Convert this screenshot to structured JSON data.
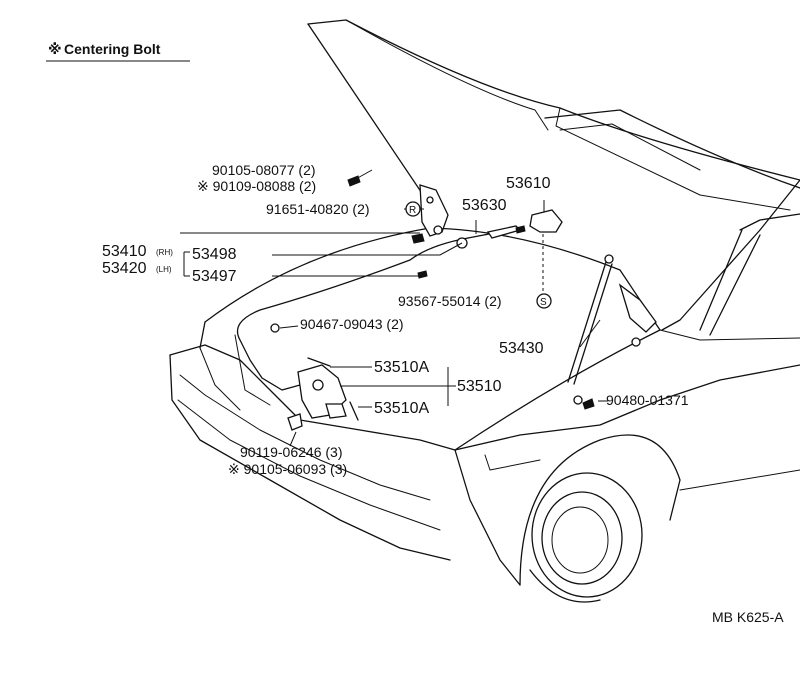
{
  "legend": {
    "symbol": "※",
    "label": "Centering Bolt"
  },
  "parts": {
    "p90105_08077": "90105-08077 (2)",
    "p90109_08088": "※ 90109-08088 (2)",
    "p91651_40820": "91651-40820 (2)",
    "p53410": "53410",
    "p53410_sub": "(RH)",
    "p53420": "53420",
    "p53420_sub": "(LH)",
    "p53498": "53498",
    "p53497": "53497",
    "p53630": "53630",
    "p53610": "53610",
    "p93567_55014": "93567-55014 (2)",
    "p90467_09043": "90467-09043 (2)",
    "p53430": "53430",
    "p53510A_top": "53510A",
    "p53510": "53510",
    "p53510A_bottom": "53510A",
    "p90480_01371": "90480-01371",
    "p90119_06246": "90119-06246 (3)",
    "p90105_06093": "※ 90105-06093 (3)"
  },
  "markers": {
    "circle_r": "R",
    "circle_s": "S"
  },
  "figure_code": "MB K625-A"
}
